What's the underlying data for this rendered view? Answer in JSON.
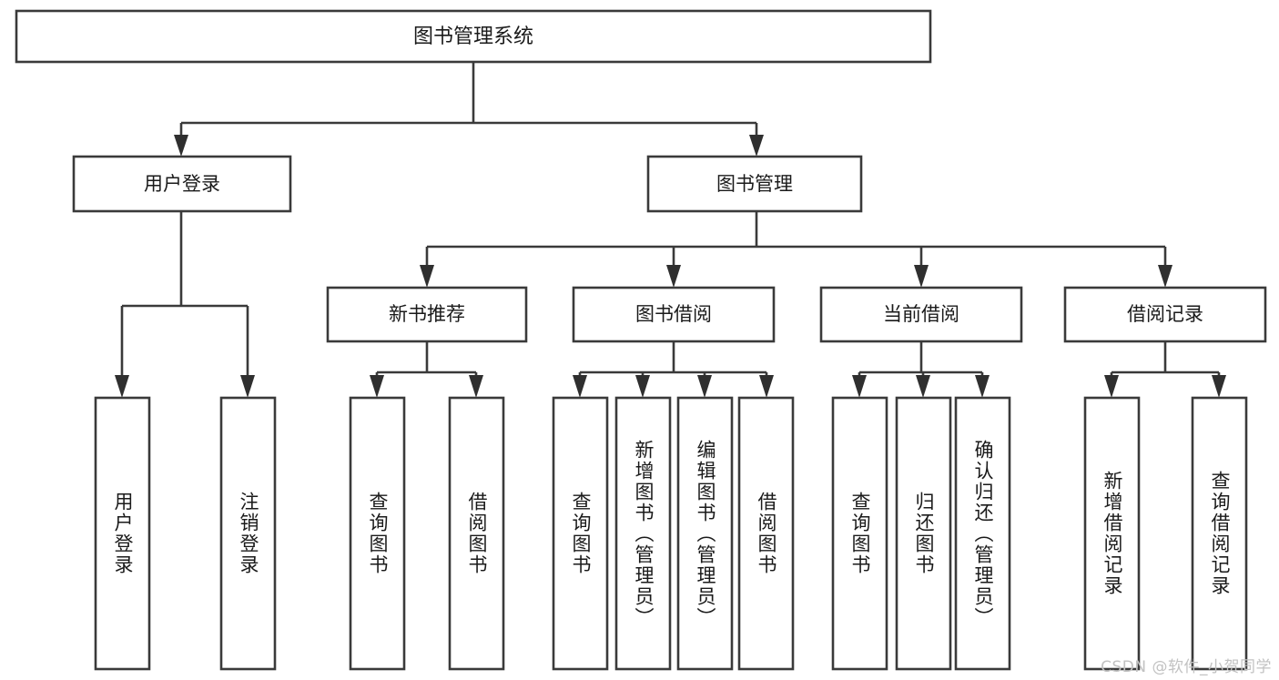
{
  "diagram": {
    "title": "图书管理系统",
    "type": "tree",
    "orientation": "top-down",
    "levels": 4,
    "colors": {
      "box_stroke": "#3a3a3a",
      "box_fill": "#ffffff",
      "connector": "#3a3a3a",
      "arrow": "#2f2f2f",
      "text": "#1a1a1a",
      "watermark": "#c2c2c2",
      "background": "#ffffff"
    },
    "root": {
      "label": "图书管理系统"
    },
    "level2": [
      {
        "id": "user-login",
        "label": "用户登录"
      },
      {
        "id": "book-management",
        "label": "图书管理"
      }
    ],
    "level3": [
      {
        "id": "new-book-recommend",
        "label": "新书推荐",
        "parent": "book-management"
      },
      {
        "id": "book-borrow",
        "label": "图书借阅",
        "parent": "book-management"
      },
      {
        "id": "current-borrow",
        "label": "当前借阅",
        "parent": "book-management"
      },
      {
        "id": "borrow-record",
        "label": "借阅记录",
        "parent": "book-management"
      }
    ],
    "leaves": [
      {
        "id": "leaf-user-login",
        "label": "用户登录",
        "parent": "user-login"
      },
      {
        "id": "leaf-logout-login",
        "label": "注销登录",
        "parent": "user-login"
      },
      {
        "id": "leaf-query-book-1",
        "label": "查询图书",
        "parent": "new-book-recommend"
      },
      {
        "id": "leaf-borrow-book-1",
        "label": "借阅图书",
        "parent": "new-book-recommend"
      },
      {
        "id": "leaf-query-book-2",
        "label": "查询图书",
        "parent": "book-borrow"
      },
      {
        "id": "leaf-add-book",
        "label": "新增图书（管理员）",
        "parent": "book-borrow"
      },
      {
        "id": "leaf-edit-book",
        "label": "编辑图书（管理员）",
        "parent": "book-borrow"
      },
      {
        "id": "leaf-borrow-book-2",
        "label": "借阅图书",
        "parent": "book-borrow"
      },
      {
        "id": "leaf-query-book-3",
        "label": "查询图书",
        "parent": "current-borrow"
      },
      {
        "id": "leaf-return-book",
        "label": "归还图书",
        "parent": "current-borrow"
      },
      {
        "id": "leaf-confirm-return",
        "label": "确认归还（管理员）",
        "parent": "current-borrow"
      },
      {
        "id": "leaf-add-borrow-record",
        "label": "新增借阅记录",
        "parent": "borrow-record"
      },
      {
        "id": "leaf-query-borrow-record",
        "label": "查询借阅记录",
        "parent": "borrow-record"
      }
    ]
  },
  "watermark": {
    "text": "CSDN @软件_小贺同学"
  }
}
